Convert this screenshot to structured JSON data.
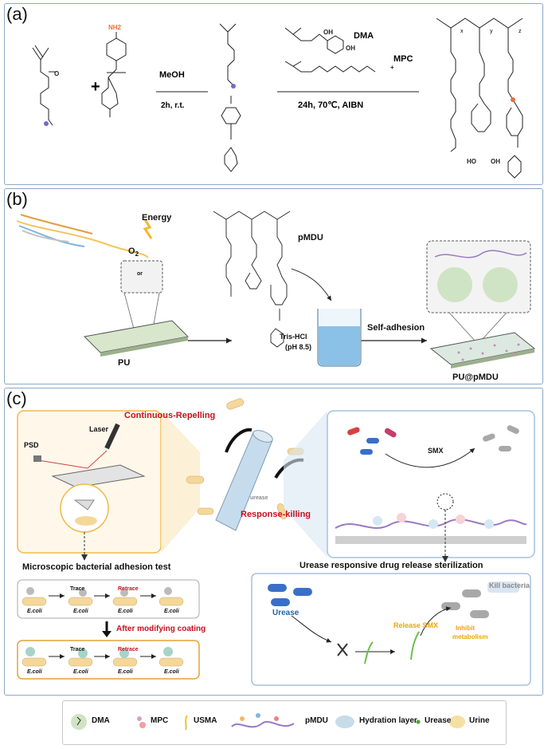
{
  "panels": {
    "a": {
      "label": "(a)",
      "meoh": "MeOH",
      "cond1": "2h, r.t.",
      "dma": "DMA",
      "mpc": "MPC",
      "cond2": "24h, 70℃, AIBN",
      "nh2": "NH2",
      "plus": "+",
      "x": "x",
      "y": "y",
      "z": "z"
    },
    "b": {
      "label": "(b)",
      "energy": "Energy",
      "o2": "O",
      "o2_sub": "2",
      "or": "or",
      "pu": "PU",
      "pmdu": "pMDU",
      "tris": "Tris-HCl",
      "ph": "(pH 8.5)",
      "self_adhesion": "Self-adhesion",
      "pu_pmdu": "PU@pMDU"
    },
    "c": {
      "label": "(c)",
      "continuous_repelling": "Continuous-Repelling",
      "response_killing": "Response-killing",
      "psd": "PSD",
      "laser": "Laser",
      "urease_tube": "urease",
      "smx": "SMX",
      "micro_title": "Microscopic bacterial adhesion test",
      "trace": "Trace",
      "retrace": "Retrace",
      "ecoli": "E.coli",
      "after_modifying": "After modifying coating",
      "urease_title": "Urease responsive drug release sterilization",
      "urease": "Urease",
      "kill_bacteria": "Kill bacteria",
      "release_smx": "Release SMX",
      "inhibit": "Inhibit",
      "metabolism": "metabolism"
    }
  },
  "legend": {
    "dma": "DMA",
    "mpc": "MPC",
    "usma": "USMA",
    "pmdu": "pMDU",
    "hydration": "Hydration layer",
    "urease": "Urease",
    "urine": "Urine"
  },
  "colors": {
    "panel_border": "#8fa7c4",
    "red": "#c8101d",
    "blue": "#1f64b0",
    "orange": "#f0a400",
    "amine": "#e8703a",
    "azide": "#7a68c8",
    "bacteria_tan": "#f5d79a",
    "water": "#7fb6e0",
    "green_circle": "#cfe4c4"
  }
}
